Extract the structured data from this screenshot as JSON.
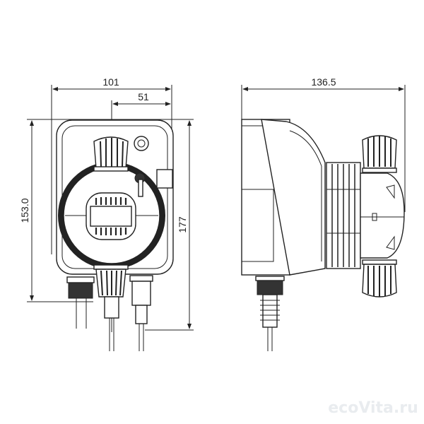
{
  "dimensions": {
    "front_width": "101",
    "front_offset": "51",
    "front_height_body": "153.0",
    "front_height_total": "177",
    "side_depth": "136.5"
  },
  "watermark": "ecoVita.ru"
}
